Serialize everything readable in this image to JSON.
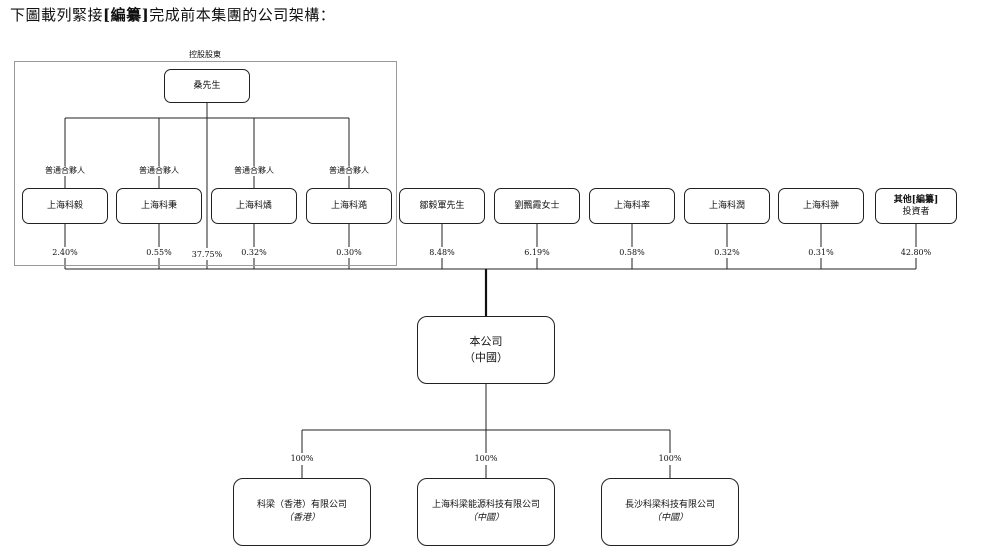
{
  "intro": {
    "prefix": "下圖載列緊接",
    "bracket": "[編纂]",
    "suffix": "完成前本集團的公司架構："
  },
  "controlling_group": {
    "title": "控股股東",
    "top_person": "桑先生",
    "direct_pct": "37.75%",
    "partner_role": "普通合夥人",
    "entities": [
      {
        "name": "上海科毅",
        "role": "普通合夥人",
        "pct": "2.40%"
      },
      {
        "name": "上海科秉",
        "role": "普通合夥人",
        "pct": "0.55%"
      },
      {
        "name": "上海科燏",
        "role": "普通合夥人",
        "pct": "0.32%"
      },
      {
        "name": "上海科澔",
        "role": "普通合夥人",
        "pct": "0.30%"
      }
    ]
  },
  "other_shareholders": [
    {
      "name": "鄒毅軍先生",
      "pct": "8.48%"
    },
    {
      "name": "劉飄霞女士",
      "pct": "6.19%"
    },
    {
      "name": "上海科率",
      "pct": "0.58%"
    },
    {
      "name": "上海科潤",
      "pct": "0.32%"
    },
    {
      "name": "上海科翀",
      "pct": "0.31%"
    },
    {
      "name_line1": "其他[編纂]",
      "name_line2": "投資者",
      "pct": "42.80%"
    }
  ],
  "company": {
    "name": "本公司",
    "jurisdiction": "（中國）"
  },
  "subsidiaries": [
    {
      "name": "科梁（香港）有限公司",
      "jurisdiction": "（香港）",
      "pct": "100%"
    },
    {
      "name": "上海科梁能源科技有限公司",
      "jurisdiction": "（中國）",
      "pct": "100%"
    },
    {
      "name": "長沙科梁科技有限公司",
      "jurisdiction": "（中國）",
      "pct": "100%"
    }
  ]
}
